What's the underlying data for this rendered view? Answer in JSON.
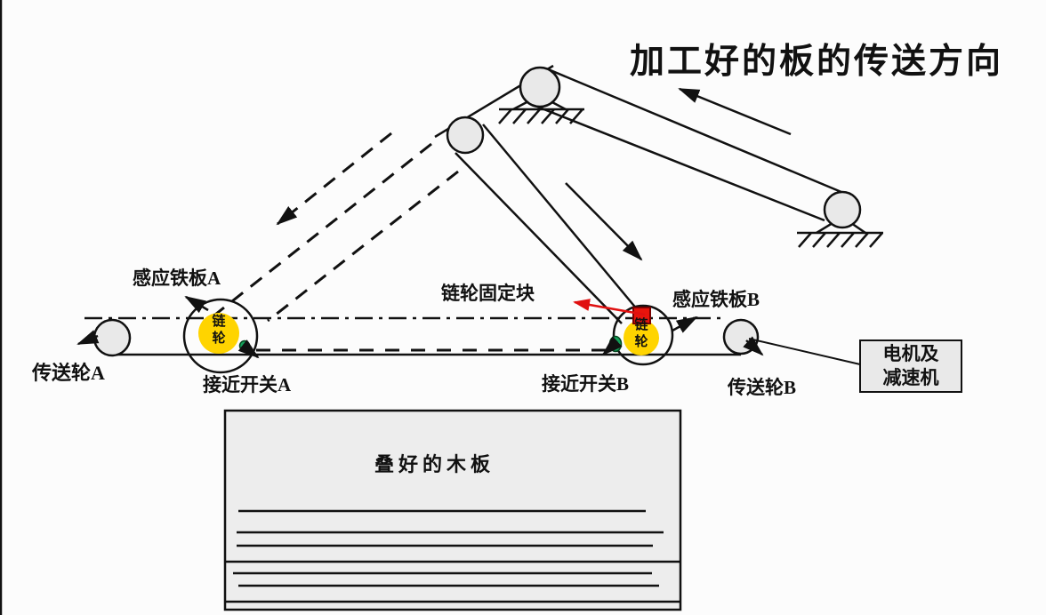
{
  "title": "加工好的板的传送方向",
  "labels": {
    "induction_plate_a": "感应铁板A",
    "conveyor_wheel_a": "传送轮A",
    "proximity_switch_a": "接近开关A",
    "sprocket_fixing_block": "链轮固定块",
    "proximity_switch_b": "接近开关B",
    "induction_plate_b": "感应铁板B",
    "conveyor_wheel_b": "传送轮B",
    "sprocket_a": "链轮",
    "sprocket_b": "链轮",
    "stacked_boards": "叠好的木板"
  },
  "motor_box": {
    "line1": "电机及",
    "line2": "减速机"
  },
  "colors": {
    "sprocket_yellow": "#ffd400",
    "fixing_block_red": "#e8140c",
    "sensor_green": "#14a05a",
    "arrow_red": "#e01010",
    "pulley_gray": "#e9e9e9",
    "stack_fill": "#ededed"
  }
}
